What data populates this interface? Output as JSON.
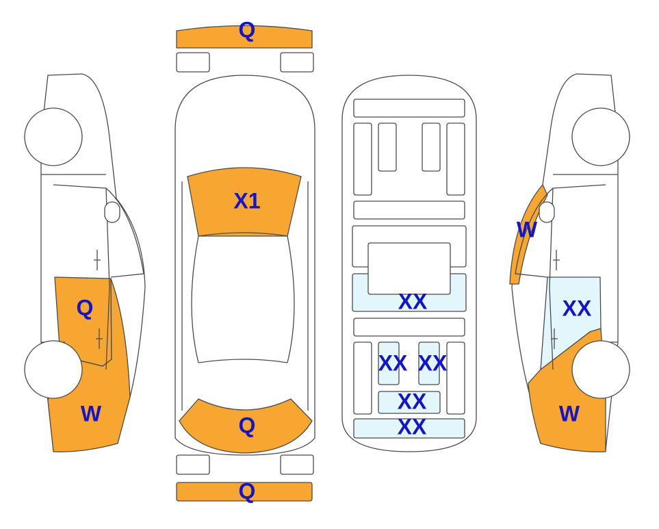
{
  "colors": {
    "orange": "#f7a731",
    "light_blue": "#e3f6fb",
    "label": "#1515c8",
    "outline": "#4a4a4a"
  },
  "labels": {
    "front_bumper": "Q",
    "rear_bumper": "Q",
    "hood": "X1",
    "trunk": "Q",
    "left_front_door": "Q",
    "left_front_fender": "W",
    "right_windshield_edge": "W",
    "right_front_door": "XX",
    "right_front_fender": "W",
    "floor_center": "XX",
    "floor_seat_left": "XX",
    "floor_seat_right": "XX",
    "floor_rear_1": "XX",
    "floor_rear_2": "XX"
  }
}
